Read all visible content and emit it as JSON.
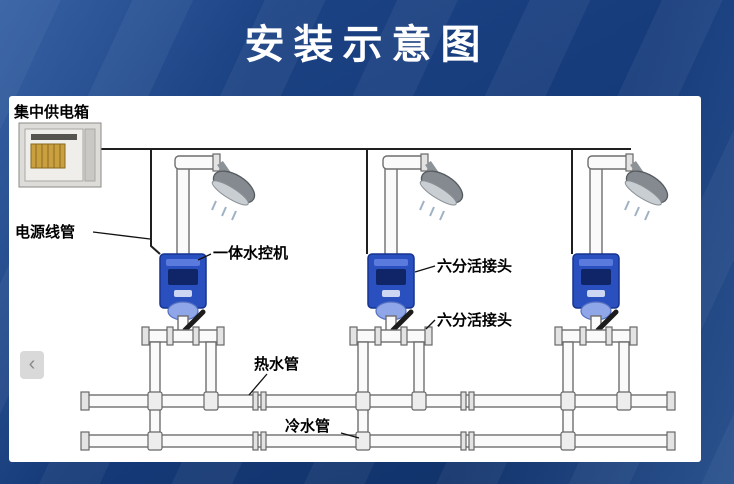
{
  "title": "安装示意图",
  "nav": {
    "prev": "‹"
  },
  "diagram": {
    "labels": {
      "power_box": "集中供电箱",
      "power_conduit": "电源线管",
      "water_controller": "一体水控机",
      "union_joint_upper": "六分活接头",
      "union_joint_lower": "六分活接头",
      "hot_water_pipe": "热水管",
      "cold_water_pipe": "冷水管"
    },
    "shower_units_count": 3
  },
  "colors": {
    "background_navy": "#163b7a",
    "panel_white": "#ffffff",
    "title_text": "#ffffff",
    "controller_blue": "#2a50c0",
    "controller_screen": "#0f2568",
    "pipe_fill": "#fafafa",
    "pipe_stroke": "#6e6e6e",
    "label_text": "#000000"
  }
}
